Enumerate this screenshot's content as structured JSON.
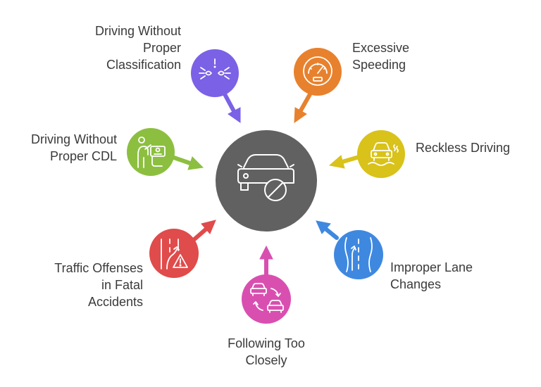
{
  "center": {
    "color": "#616161",
    "icon": "car-prohibited-icon"
  },
  "items": [
    {
      "id": "classification",
      "lines": [
        "Driving Without",
        "Proper",
        "Classification"
      ],
      "color": "#7b61e6",
      "icon": "headlights-warning-icon"
    },
    {
      "id": "speeding",
      "lines": [
        "Excessive",
        "Speeding"
      ],
      "color": "#e8812d",
      "icon": "speedometer-icon"
    },
    {
      "id": "reckless",
      "lines": [
        "Reckless Driving"
      ],
      "color": "#d9c21a",
      "icon": "car-skid-icon"
    },
    {
      "id": "lane",
      "lines": [
        "Improper Lane",
        "Changes"
      ],
      "color": "#3f88e0",
      "icon": "lane-change-icon"
    },
    {
      "id": "following",
      "lines": [
        "Following Too",
        "Closely"
      ],
      "color": "#d94fb0",
      "icon": "cars-following-icon"
    },
    {
      "id": "fatal",
      "lines": [
        "Traffic Offenses",
        "in Fatal",
        "Accidents"
      ],
      "color": "#e04b4b",
      "icon": "road-warning-icon"
    },
    {
      "id": "cdl",
      "lines": [
        "Driving Without",
        "Proper CDL"
      ],
      "color": "#8cbf3f",
      "icon": "license-check-icon"
    }
  ]
}
